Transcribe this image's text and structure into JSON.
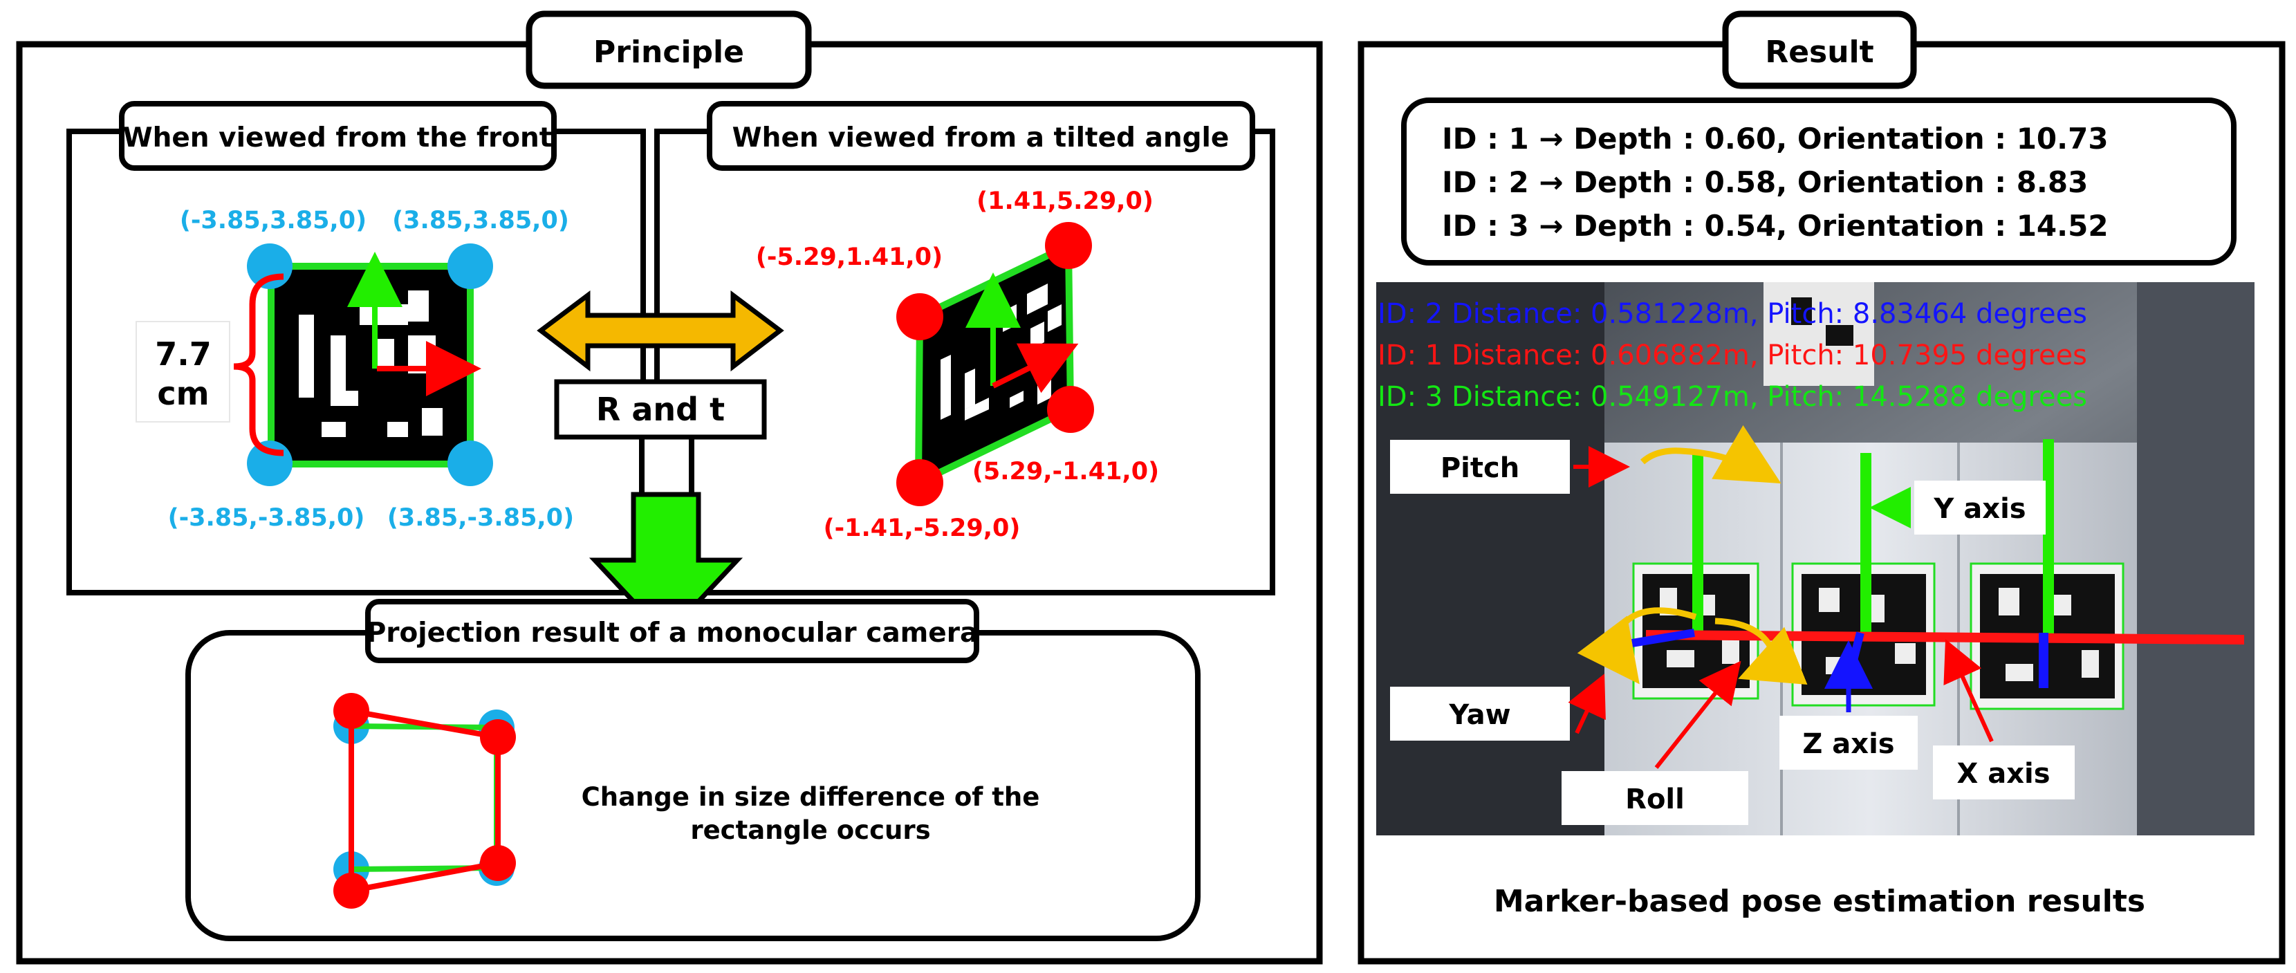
{
  "principle": {
    "title": "Principle",
    "front": {
      "title": "When viewed from the front",
      "corners": [
        "(-3.85,3.85,0)",
        "(3.85,3.85,0)",
        "(-3.85,-3.85,0)",
        "(3.85,-3.85,0)"
      ],
      "size_value": "7.7",
      "size_unit": "cm"
    },
    "tilted": {
      "title": "When viewed from a tilted angle",
      "corners": [
        "(1.41,5.29,0)",
        "(-5.29,1.41,0)",
        "(5.29,-1.41,0)",
        "(-1.41,-5.29,0)"
      ]
    },
    "transform_label": "R and t",
    "projection": {
      "title": "Projection result of a monocular camera",
      "caption_line1": "Change in size difference of the",
      "caption_line2": "rectangle occurs"
    }
  },
  "result": {
    "title": "Result",
    "lines": [
      "ID : 1 → Depth : 0.60, Orientation : 10.73",
      "ID : 2 → Depth : 0.58, Orientation : 8.83",
      "ID : 3 → Depth : 0.54, Orientation : 14.52"
    ],
    "overlay": [
      {
        "text": "ID: 2 Distance: 0.581228m, Pitch: 8.83464 degrees",
        "color": "#1414ff"
      },
      {
        "text": "ID: 1 Distance: 0.606882m, Pitch: 10.7395 degrees",
        "color": "#ff1414"
      },
      {
        "text": "ID: 3 Distance: 0.549127m, Pitch: 14.5288 degrees",
        "color": "#14e614"
      }
    ],
    "labels": {
      "pitch": "Pitch",
      "yaw": "Yaw",
      "roll": "Roll",
      "y_axis": "Y axis",
      "z_axis": "Z axis",
      "x_axis": "X axis"
    },
    "caption": "Marker-based pose estimation results"
  },
  "colors": {
    "corner_blue": "#1aaee8",
    "corner_red": "#ff0000",
    "frame_green": "#22dd22",
    "arrow_orange": "#f5b800",
    "arrow_green": "#22ee00"
  }
}
